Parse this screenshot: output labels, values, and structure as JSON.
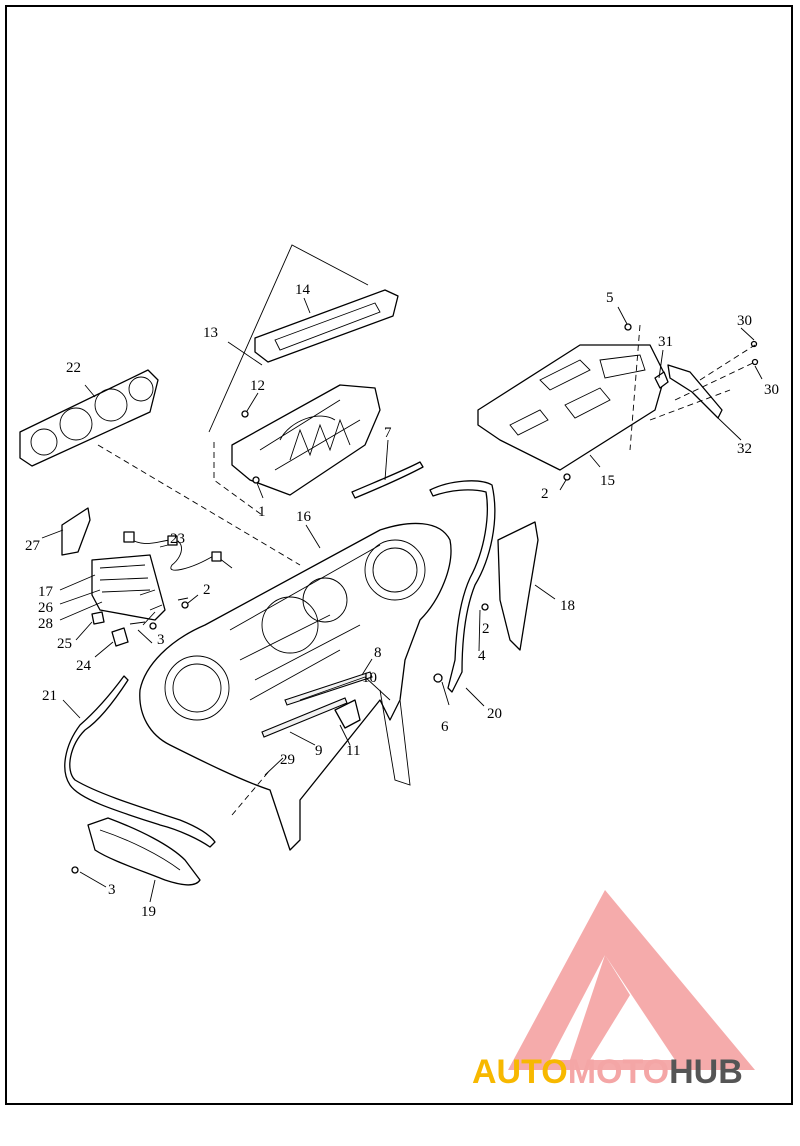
{
  "diagram": {
    "callouts": [
      "1",
      "2",
      "2",
      "2",
      "3",
      "3",
      "4",
      "5",
      "6",
      "7",
      "8",
      "9",
      "10",
      "11",
      "12",
      "13",
      "14",
      "15",
      "16",
      "17",
      "18",
      "19",
      "20",
      "21",
      "22",
      "23",
      "24",
      "25",
      "26",
      "27",
      "28",
      "29",
      "30",
      "30",
      "31",
      "32"
    ]
  },
  "logo": {
    "part1": "AUTO",
    "part2": "MOTO",
    "part3": "HUB",
    "colors": {
      "auto": "#f7b800",
      "moto": "#f4a6a6",
      "hub": "#555555",
      "triangle": "#f4a6a6"
    }
  }
}
